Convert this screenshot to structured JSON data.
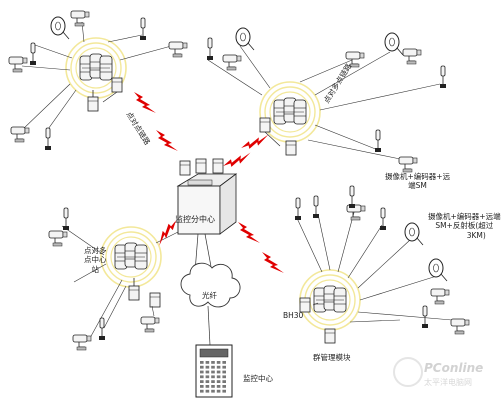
{
  "labels": {
    "p2p_left": "点对点链路",
    "p2mp_right": "点对多点链路",
    "monitor_subcenter": "监控分中心",
    "p2mp_center_l1": "点对多",
    "p2mp_center_l2": "点中心",
    "p2mp_center_l3": "站",
    "camera_encoder_l1": "摄像机+编码器+远",
    "camera_encoder_l2": "端SM",
    "camera_reflector_l1": "摄像机+编码器+远端",
    "camera_reflector_l2": "SM+反射板(超过",
    "camera_reflector_l3": "3KM)",
    "fiber": "光纤",
    "bh30": "BH30",
    "cluster_module": "群管理模块",
    "monitor_center": "监控中心"
  },
  "watermark": {
    "brand": "PConline",
    "sub": "太平洋电脑网"
  },
  "colors": {
    "lightning": "#e00000",
    "halo": "#f3e89a",
    "line": "#333333",
    "device": "#f4f4f4"
  }
}
